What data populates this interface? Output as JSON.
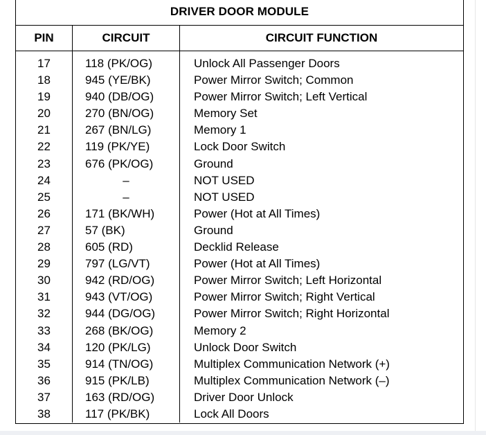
{
  "table": {
    "title": "DRIVER DOOR MODULE",
    "headers": {
      "pin": "PIN",
      "circuit": "CIRCUIT",
      "function": "CIRCUIT FUNCTION"
    },
    "rows": [
      {
        "pin": "17",
        "circuit": "118 (PK/OG)",
        "function": "Unlock All Passenger Doors"
      },
      {
        "pin": "18",
        "circuit": "945 (YE/BK)",
        "function": "Power Mirror Switch; Common"
      },
      {
        "pin": "19",
        "circuit": "940 (DB/OG)",
        "function": "Power Mirror Switch; Left Vertical"
      },
      {
        "pin": "20",
        "circuit": "270 (BN/OG)",
        "function": "Memory Set"
      },
      {
        "pin": "21",
        "circuit": "267 (BN/LG)",
        "function": "Memory 1"
      },
      {
        "pin": "22",
        "circuit": "119 (PK/YE)",
        "function": "Lock Door Switch"
      },
      {
        "pin": "23",
        "circuit": "676 (PK/OG)",
        "function": "Ground"
      },
      {
        "pin": "24",
        "circuit": "–",
        "function": "NOT USED"
      },
      {
        "pin": "25",
        "circuit": "–",
        "function": "NOT USED"
      },
      {
        "pin": "26",
        "circuit": "171 (BK/WH)",
        "function": "Power (Hot at All Times)"
      },
      {
        "pin": "27",
        "circuit": "57 (BK)",
        "function": "Ground"
      },
      {
        "pin": "28",
        "circuit": "605 (RD)",
        "function": "Decklid Release"
      },
      {
        "pin": "29",
        "circuit": "797 (LG/VT)",
        "function": "Power (Hot at All Times)"
      },
      {
        "pin": "30",
        "circuit": "942 (RD/OG)",
        "function": "Power Mirror Switch; Left Horizontal"
      },
      {
        "pin": "31",
        "circuit": "943 (VT/OG)",
        "function": "Power Mirror Switch; Right Vertical"
      },
      {
        "pin": "32",
        "circuit": "944 (DG/OG)",
        "function": "Power Mirror Switch; Right Horizontal"
      },
      {
        "pin": "33",
        "circuit": "268 (BK/OG)",
        "function": "Memory 2"
      },
      {
        "pin": "34",
        "circuit": "120 (PK/LG)",
        "function": "Unlock Door Switch"
      },
      {
        "pin": "35",
        "circuit": "914 (TN/OG)",
        "function": "Multiplex Communication Network (+)"
      },
      {
        "pin": "36",
        "circuit": "915 (PK/LB)",
        "function": "Multiplex Communication Network (–)"
      },
      {
        "pin": "37",
        "circuit": "163 (RD/OG)",
        "function": "Driver Door Unlock"
      },
      {
        "pin": "38",
        "circuit": "117 (PK/BK)",
        "function": "Lock All Doors"
      }
    ]
  }
}
